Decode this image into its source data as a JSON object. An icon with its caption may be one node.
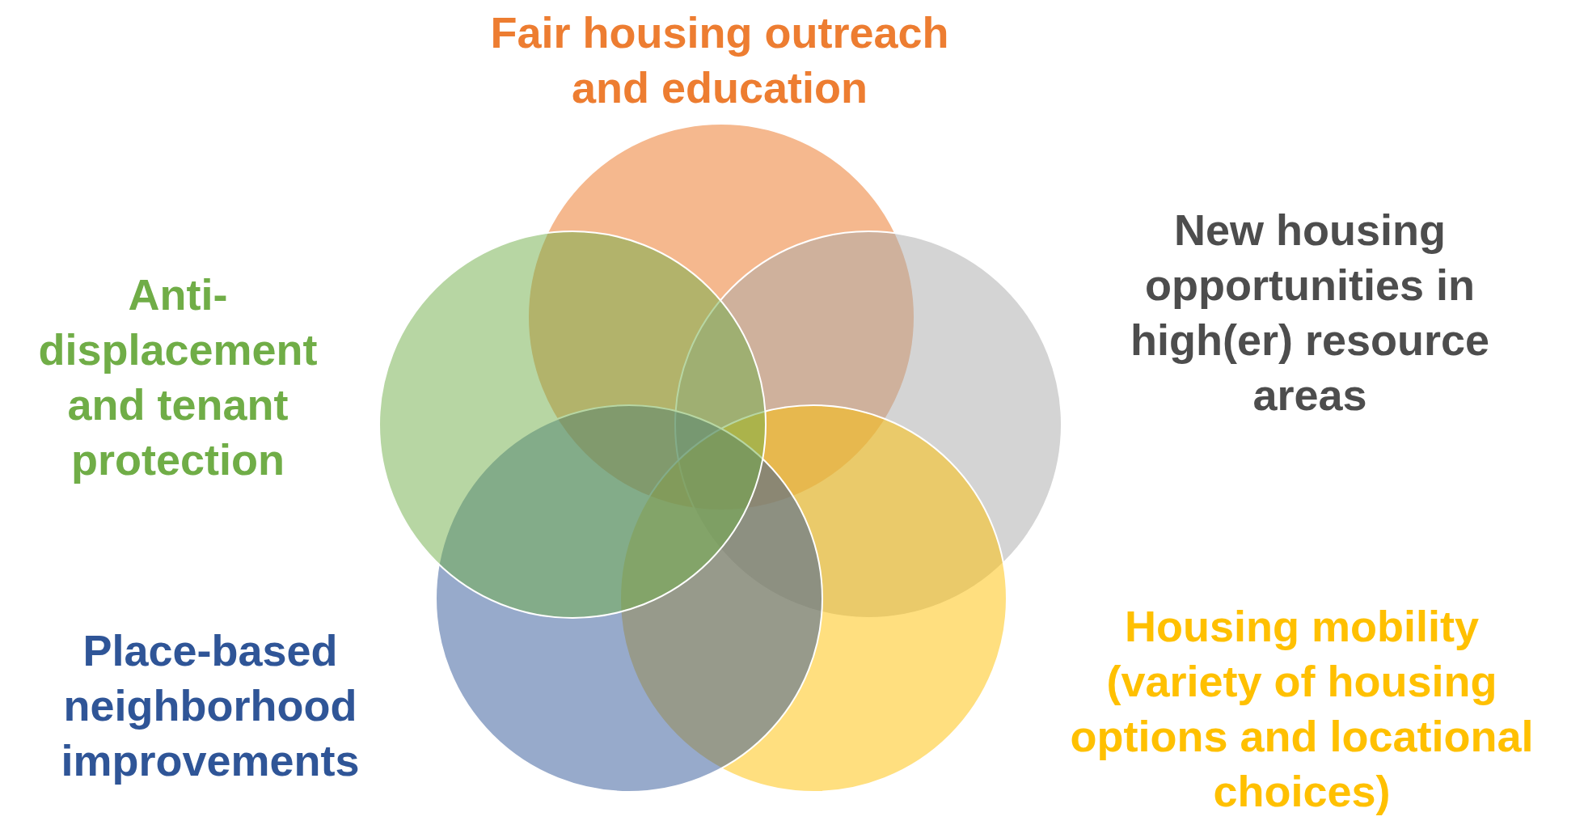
{
  "diagram": {
    "nodes": [
      {
        "text": [],
        "shape": "circle"
      },
      {
        "text": [],
        "shape": "circle"
      },
      {
        "text": [],
        "shape": "circle"
      },
      {
        "text": [],
        "shape": "circle"
      },
      {
        "text": [],
        "shape": "circle"
      }
    ],
    "labels": [
      "Fair housing outreach and education",
      "New housing opportunities in high(er) resource areas",
      "Anti-displacement and tenant protection",
      "Housing mobility (variety of housing options and locational choices)",
      "Place-based neighborhood improvements"
    ]
  }
}
